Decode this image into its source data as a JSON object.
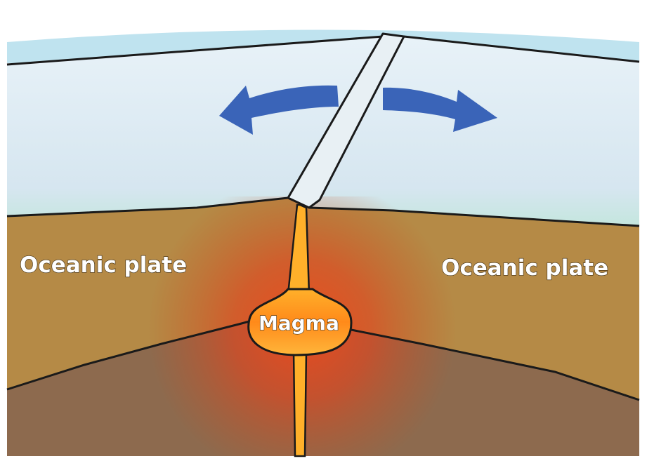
{
  "labels": {
    "left_plate": "Oceanic plate",
    "right_plate": "Oceanic plate",
    "magma": "Magma"
  },
  "colors": {
    "ocean_surface": "#bfe3ef",
    "ocean_water": "#dbe9f2",
    "ocean_floor_tint": "#bfe4dc",
    "plate": "#b58a46",
    "mantle": "#8d6a4e",
    "magma_core": "#ffd23a",
    "magma_glow": "#e83a1e",
    "arrow": "#3a64b8",
    "outline": "#1a1a1a"
  },
  "icons": {
    "left_arrow": "arrow-left-icon",
    "right_arrow": "arrow-right-icon"
  }
}
